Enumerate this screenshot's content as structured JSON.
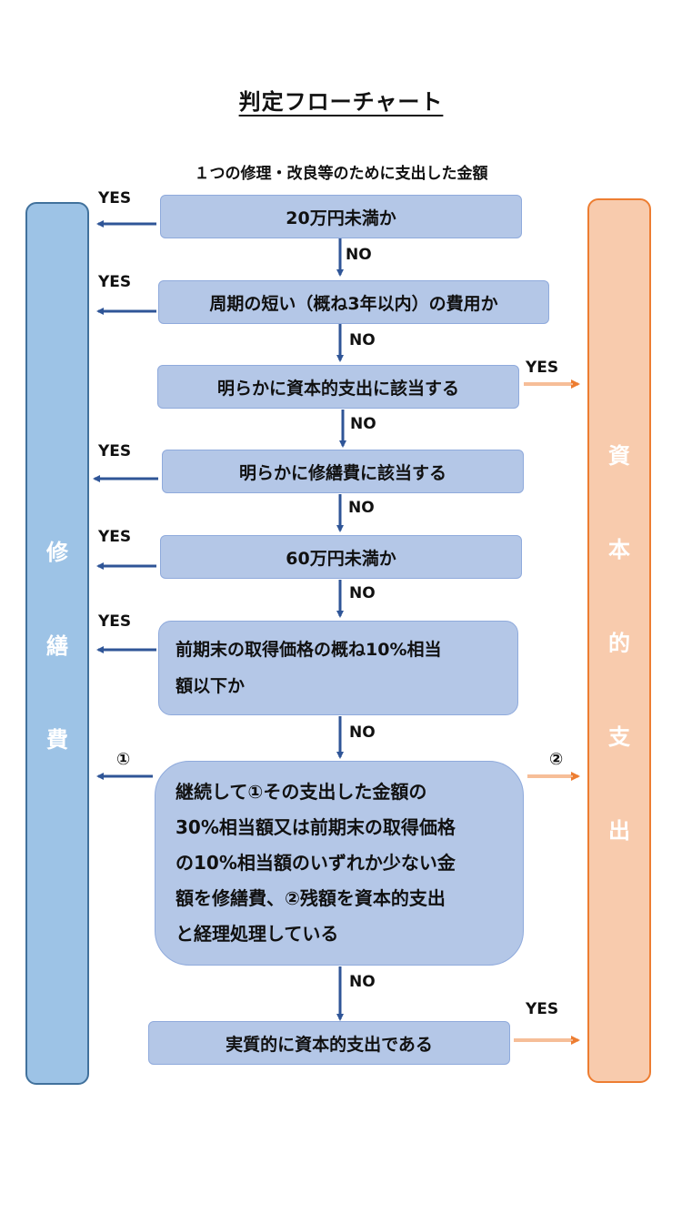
{
  "title": "判定フローチャート",
  "subtitle": "１つの修理・改良等のために支出した金額",
  "left_column": {
    "chars": [
      "修",
      "繕",
      "費"
    ]
  },
  "right_column": {
    "chars": [
      "資",
      "本",
      "的",
      "支",
      "出"
    ]
  },
  "boxes": [
    {
      "text": "20万円未満か"
    },
    {
      "text": "周期の短い（概ね3年以内）の費用か"
    },
    {
      "text": "明らかに資本的支出に該当する"
    },
    {
      "text": "明らかに修繕費に該当する"
    },
    {
      "text": "60万円未満か"
    },
    {
      "lines": [
        "前期末の取得価格の概ね10%相当",
        "額以下か"
      ]
    },
    {
      "lines": [
        "継続して①その支出した金額の",
        "30%相当額又は前期末の取得価格",
        "の10%相当額のいずれか少ない金",
        "額を修繕費、②残額を資本的支出",
        "と経理処理している"
      ]
    },
    {
      "text": "実質的に資本的支出である"
    }
  ],
  "labels": {
    "yes": "YES",
    "no": "NO",
    "circle1": "①",
    "circle2": "②"
  },
  "colors": {
    "box_fill": "#b4c7e7",
    "left_fill": "#9dc3e6",
    "left_border": "#41719c",
    "right_fill": "#f8cbad",
    "right_border": "#ed7d31",
    "arrow_blue": "#2f5597",
    "arrow_orange": "#ed7d31"
  }
}
